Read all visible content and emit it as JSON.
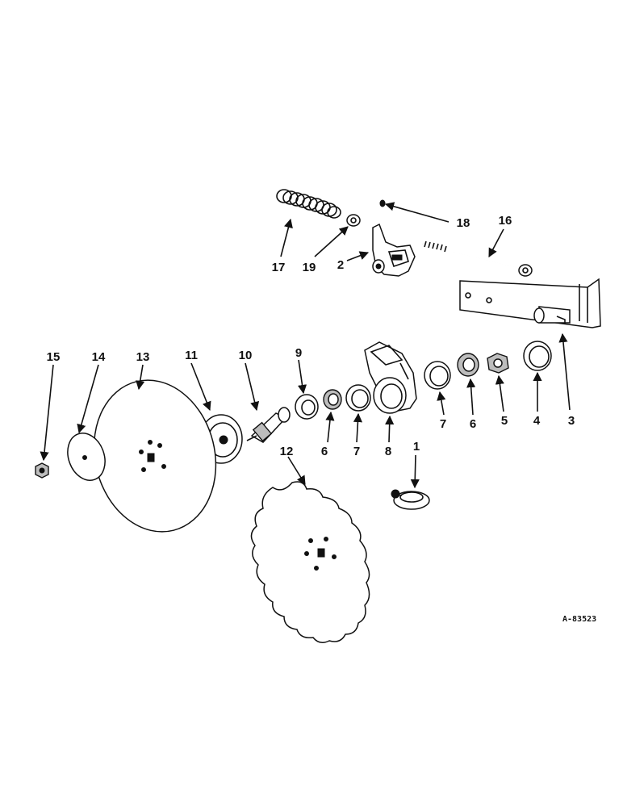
{
  "diagram": {
    "part_labels": {
      "p1": "1",
      "p2": "2",
      "p3": "3",
      "p4": "4",
      "p5": "5",
      "p6a": "6",
      "p6b": "6",
      "p7a": "7",
      "p7b": "7",
      "p8": "8",
      "p9": "9",
      "p10": "10",
      "p11": "11",
      "p12": "12",
      "p13": "13",
      "p14": "14",
      "p15": "15",
      "p16": "16",
      "p17": "17",
      "p18": "18",
      "p19": "19"
    },
    "drawing_number": "A-83523"
  }
}
